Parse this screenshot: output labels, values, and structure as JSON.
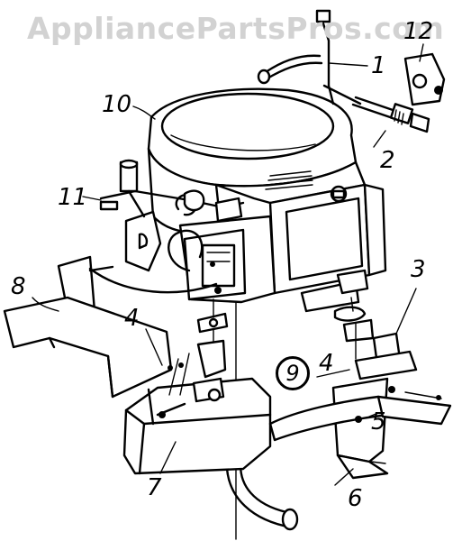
{
  "watermark": "AppliancePartsPros.com",
  "callouts": {
    "c1": "1",
    "c2": "2",
    "c3": "3",
    "c4a": "4",
    "c4b": "4",
    "c5": "5",
    "c6": "6",
    "c7": "7",
    "c8": "8",
    "c9": "9",
    "c10": "10",
    "c11": "11",
    "c12": "12"
  }
}
